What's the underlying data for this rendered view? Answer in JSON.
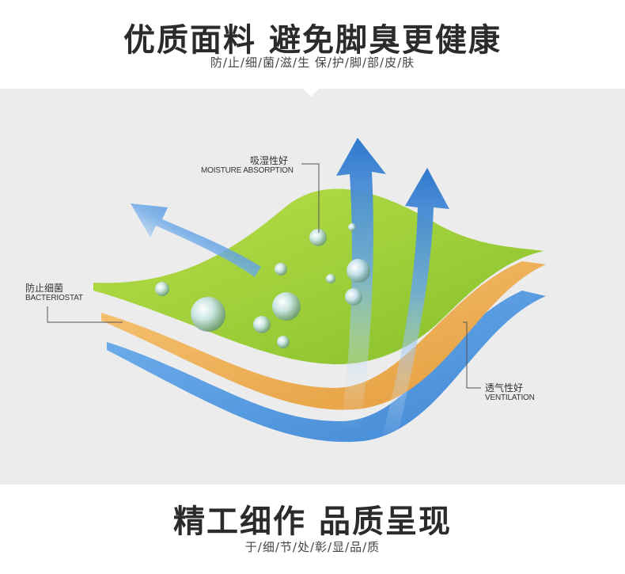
{
  "header": {
    "title": "优质面料  避免脚臭更健康",
    "subtitle": "防/止/细/菌/滋/生   保/护/脚/部/皮/肤"
  },
  "callouts": {
    "moisture": {
      "cn": "吸湿性好",
      "en": "MOISTURE ABSORPTION"
    },
    "bacteriostat": {
      "cn": "防止细菌",
      "en": "BACTERIOSTAT"
    },
    "ventilation": {
      "cn": "透气性好",
      "en": "VENTILATION"
    }
  },
  "footer": {
    "title": "精工细作  品质呈现",
    "subtitle": "于/细/节/处/彰/显/品/质"
  },
  "colors": {
    "green_layer": "#9acd32",
    "orange_layer": "#f2b259",
    "blue_layer": "#5b9fe0",
    "arrow_blue": "#3f86d4",
    "panel_bg": "#ececec"
  }
}
